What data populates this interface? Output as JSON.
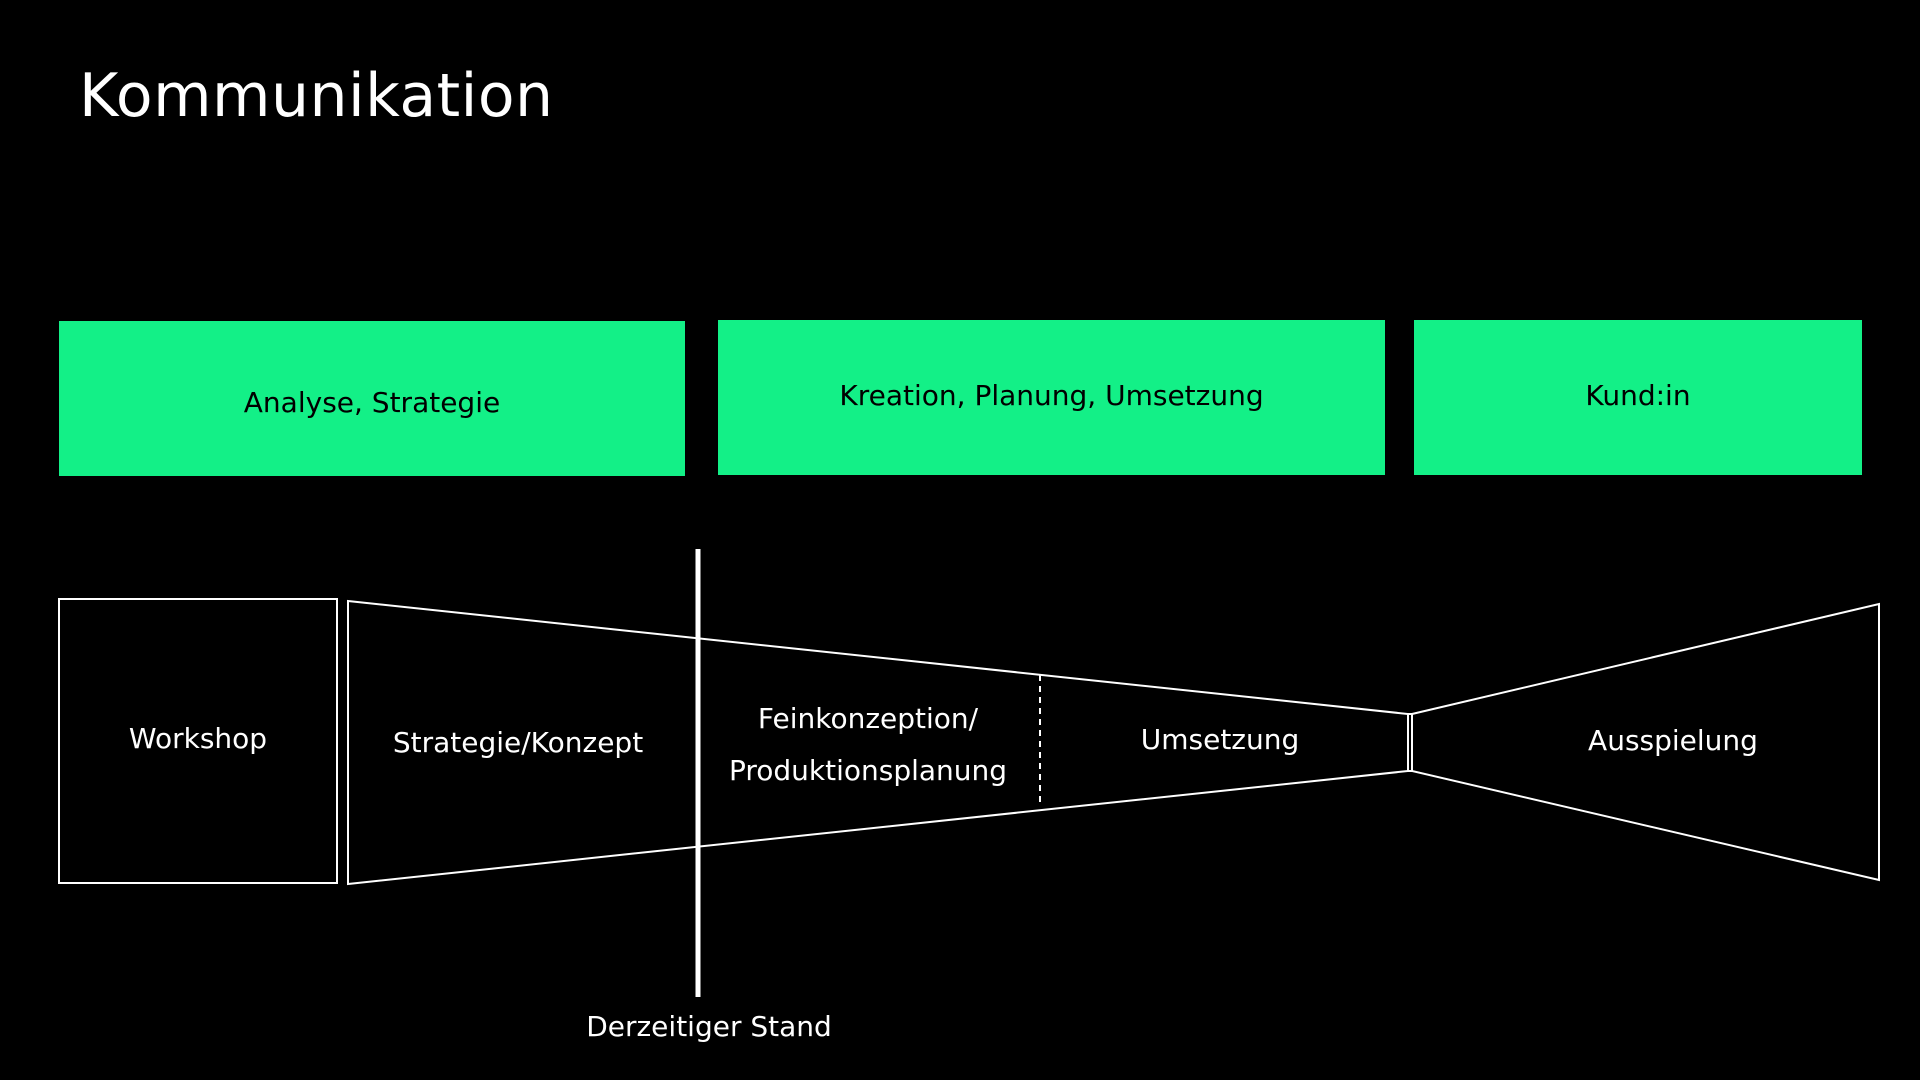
{
  "title": "Kommunikation",
  "colors": {
    "background": "#000000",
    "accent": "#13f087",
    "outline": "#ffffff"
  },
  "phases": [
    {
      "label": "Analyse, Strategie"
    },
    {
      "label": "Kreation, Planung, Umsetzung"
    },
    {
      "label": "Kund:in"
    }
  ],
  "stages": {
    "workshop": "Workshop",
    "strategie": "Strategie/Konzept",
    "feinkonzeption_line1": "Feinkonzeption/",
    "feinkonzeption_line2": "Produktionsplanung",
    "umsetzung": "Umsetzung",
    "ausspielung": "Ausspielung"
  },
  "marker": {
    "label": "Derzeitiger Stand"
  }
}
